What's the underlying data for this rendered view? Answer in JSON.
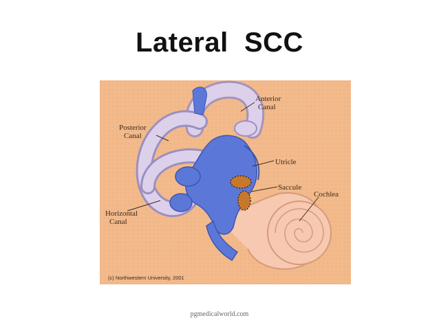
{
  "slide": {
    "title": "Lateral  SCC",
    "source": "pgmedicalworld.com"
  },
  "figure": {
    "labels": {
      "anterior": "Anterior",
      "anterior_sub": "Canal",
      "posterior": "Posterior",
      "posterior_sub": "Canal",
      "utricle": "Utricle",
      "saccule": "Saccule",
      "cochlea": "Cochlea",
      "horizontal": "Horizontal",
      "horizontal_sub": "Canal"
    },
    "copyright": "(c) Northwestern University, 2001"
  },
  "colors": {
    "background": "#f2b98a",
    "canal_fill": "#d9c7e6",
    "vestibule_blue": "#5b78d8",
    "cochlea": "#f6c9b0",
    "macula": "#c8782c"
  }
}
